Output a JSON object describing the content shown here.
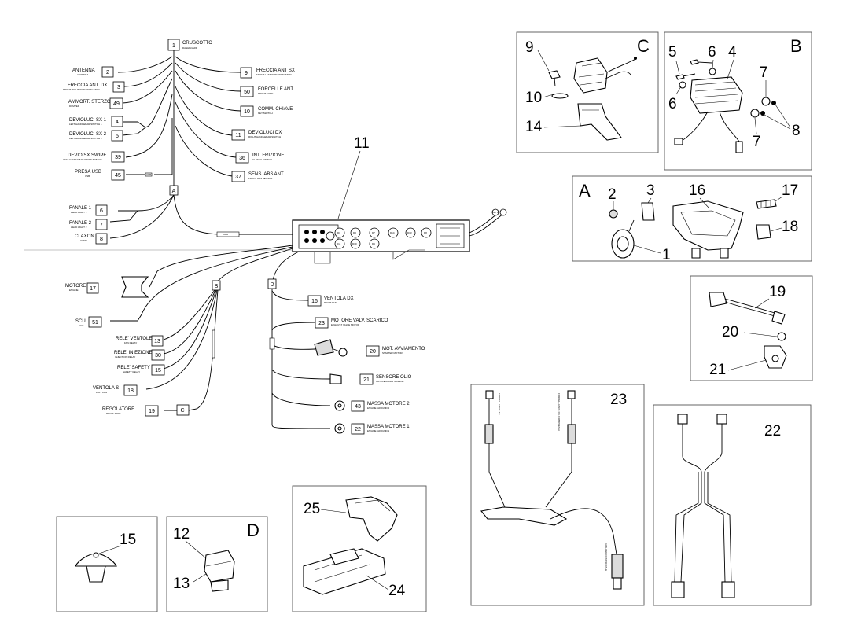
{
  "harness_labels": {
    "top": {
      "num": "1",
      "name": "CRUSCOTTO",
      "sub": "DASHBOARD"
    },
    "left": [
      {
        "num": "2",
        "name": "ANTENNA",
        "sub": "ANTENNA"
      },
      {
        "num": "3",
        "name": "FRECCIA ANT. DX",
        "sub": "FRONT RIGHT TURN INDICATOR"
      },
      {
        "num": "49",
        "name": "AMMORT. STERZO",
        "sub": "DUMPER"
      },
      {
        "num": "4",
        "name": "DEVIOLUCI SX 1",
        "sub": "LEFT HANDLEBAR SWITCH 1"
      },
      {
        "num": "5",
        "name": "DEVIOLUCI SX 2",
        "sub": "LEFT HANDLEBAR SWITCH 2"
      },
      {
        "num": "39",
        "name": "DEVIO SX SWIPE",
        "sub": "LEFT HANDLEBAR SWIPT SWITCH"
      },
      {
        "num": "45",
        "name": "PRESA USB",
        "sub": "USB"
      },
      {
        "num": "6",
        "name": "FANALE 1",
        "sub": "HEAD LIGHT 1"
      },
      {
        "num": "7",
        "name": "FANALE 2",
        "sub": "HEAD LIGHT 2"
      },
      {
        "num": "8",
        "name": "CLAXON",
        "sub": "HORN"
      }
    ],
    "right": [
      {
        "num": "9",
        "name": "FRECCIA ANT SX",
        "sub": "FRONT LEFT TURN INDICATOR"
      },
      {
        "num": "50",
        "name": "FORCELLE ANT.",
        "sub": "FRONT FORK"
      },
      {
        "num": "10",
        "name": "COMM. CHIAVE",
        "sub": "KEY SWITCH"
      },
      {
        "num": "11",
        "name": "DEVIOLUCI DX",
        "sub": "RIGHT HANDLEBAR SWITCH"
      },
      {
        "num": "36",
        "name": "INT. FRIZIONE",
        "sub": "CLUTCH SWITCH"
      },
      {
        "num": "37",
        "name": "SENS. ABS ANT.",
        "sub": "FRONT ABS SENSOR"
      }
    ],
    "lower_left": [
      {
        "num": "17",
        "name": "MOTORE",
        "sub": "ENGINE"
      },
      {
        "num": "51",
        "name": "SCU",
        "sub": "SCU"
      },
      {
        "num": "13",
        "name": "RELE' VENTOLE",
        "sub": "FAN RELAY"
      },
      {
        "num": "30",
        "name": "RELE' INIEZIONE",
        "sub": "INJECTION RELAY"
      },
      {
        "num": "15",
        "name": "RELE' SAFETY",
        "sub": "SAFETY RELAY"
      },
      {
        "num": "18",
        "name": "VENTOLA S",
        "sub": "LEFT FAN"
      },
      {
        "num": "19",
        "name": "REGOLATORE",
        "sub": "REGULATOR"
      }
    ],
    "lower_right": [
      {
        "num": "16",
        "name": "VENTOLA DX",
        "sub": "RIGHT FAN"
      },
      {
        "num": "23",
        "name": "MOTORE VALV. SCARICO",
        "sub": "EXHAUST VALVE MOTOR"
      },
      {
        "num": "20",
        "name": "MOT. AVVIAMENTO",
        "sub": "STARTER MOTOR"
      },
      {
        "num": "21",
        "name": "SENSORE OLIO",
        "sub": "OIL PRESSURE SENSOR"
      },
      {
        "num": "43",
        "name": "MASSA MOTORE 2",
        "sub": "ENGINE GROUND 2"
      },
      {
        "num": "22",
        "name": "MASSA MOTORE 1",
        "sub": "ENGINE GROUND 1"
      }
    ],
    "nodes": {
      "a": "A",
      "b": "B",
      "c": "C",
      "d": "D"
    },
    "usb_tag": "USB",
    "fuse_tag": "35 A",
    "rear_conn": "24 / 48",
    "box_codes": [
      "D1",
      "D3",
      "D7",
      "D14",
      "D13",
      "D8",
      "D11",
      "D10",
      "D9"
    ]
  },
  "callouts": {
    "harness": "11",
    "sec_c": {
      "letter": "C",
      "n9": "9",
      "n10": "10",
      "n14": "14"
    },
    "sec_b": {
      "letter": "B",
      "n5": "5",
      "n6a": "6",
      "n4": "4",
      "n7a": "7",
      "n6b": "6",
      "n8": "8",
      "n7b": "7"
    },
    "sec_a": {
      "letter": "A",
      "n2": "2",
      "n3": "3",
      "n16": "16",
      "n17": "17",
      "n18": "18",
      "n1": "1"
    },
    "sec_19": {
      "n19": "19",
      "n20": "20",
      "n21": "21"
    },
    "sec_23": {
      "n23": "23",
      "l1": "FORCELLA ANT. SX",
      "l2": "FORCELLA ANT. DX (COMPRESS)",
      "l3": "CABLAGGIO PRINCIPALE"
    },
    "sec_22": {
      "n22": "22"
    },
    "sec_24": {
      "n25": "25",
      "n24": "24"
    },
    "sec_15": {
      "n15": "15"
    },
    "sec_d": {
      "letter": "D",
      "n12": "12",
      "n13": "13"
    }
  }
}
